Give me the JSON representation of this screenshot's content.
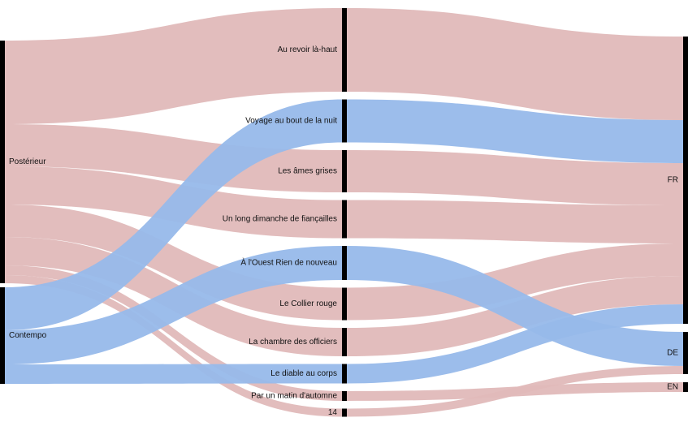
{
  "chart_data": {
    "type": "sankey",
    "colors": {
      "posterieur": "#e0b9b9",
      "contempo": "#97b9ea",
      "node": "#000000"
    },
    "columns": {
      "left": [
        {
          "id": "post",
          "label": "Postérieur"
        },
        {
          "id": "cont",
          "label": "Contempo"
        }
      ],
      "middle": [
        {
          "id": "m1",
          "label": "Au revoir là-haut"
        },
        {
          "id": "m2",
          "label": "Voyage au bout de la nuit"
        },
        {
          "id": "m3",
          "label": "Les âmes grises"
        },
        {
          "id": "m4",
          "label": "Un long dimanche de fiançailles"
        },
        {
          "id": "m5",
          "label": "À l'Ouest Rien de nouveau"
        },
        {
          "id": "m6",
          "label": "Le Collier rouge"
        },
        {
          "id": "m7",
          "label": "La chambre des officiers"
        },
        {
          "id": "m8",
          "label": "Le diable au corps"
        },
        {
          "id": "m9",
          "label": "Par un matin d'automne"
        },
        {
          "id": "m10",
          "label": "14"
        }
      ],
      "right": [
        {
          "id": "fr",
          "label": "FR"
        },
        {
          "id": "de",
          "label": "DE"
        },
        {
          "id": "en",
          "label": "EN"
        }
      ]
    },
    "flows_left": [
      {
        "source": "post",
        "target": "m1",
        "value": 103,
        "color": "posterieur"
      },
      {
        "source": "post",
        "target": "m3",
        "value": 52,
        "color": "posterieur"
      },
      {
        "source": "post",
        "target": "m4",
        "value": 47,
        "color": "posterieur"
      },
      {
        "source": "post",
        "target": "m6",
        "value": 40,
        "color": "posterieur"
      },
      {
        "source": "post",
        "target": "m7",
        "value": 35,
        "color": "posterieur"
      },
      {
        "source": "post",
        "target": "m9",
        "value": 12,
        "color": "posterieur"
      },
      {
        "source": "post",
        "target": "m10",
        "value": 10,
        "color": "posterieur"
      },
      {
        "source": "cont",
        "target": "m2",
        "value": 53,
        "color": "contempo"
      },
      {
        "source": "cont",
        "target": "m5",
        "value": 42,
        "color": "contempo"
      },
      {
        "source": "cont",
        "target": "m8",
        "value": 24,
        "color": "contempo"
      }
    ],
    "flows_right": [
      {
        "source": "m1",
        "target": "fr",
        "value": 103,
        "color": "posterieur"
      },
      {
        "source": "m2",
        "target": "fr",
        "value": 53,
        "color": "contempo"
      },
      {
        "source": "m3",
        "target": "fr",
        "value": 52,
        "color": "posterieur"
      },
      {
        "source": "m4",
        "target": "fr",
        "value": 47,
        "color": "posterieur"
      },
      {
        "source": "m6",
        "target": "fr",
        "value": 40,
        "color": "posterieur"
      },
      {
        "source": "m7",
        "target": "fr",
        "value": 35,
        "color": "posterieur"
      },
      {
        "source": "m8",
        "target": "fr",
        "value": 24,
        "color": "contempo"
      },
      {
        "source": "m5",
        "target": "de",
        "value": 42,
        "color": "contempo"
      },
      {
        "source": "m10",
        "target": "de",
        "value": 10,
        "color": "posterieur"
      },
      {
        "source": "m9",
        "target": "en",
        "value": 12,
        "color": "posterieur"
      }
    ]
  }
}
